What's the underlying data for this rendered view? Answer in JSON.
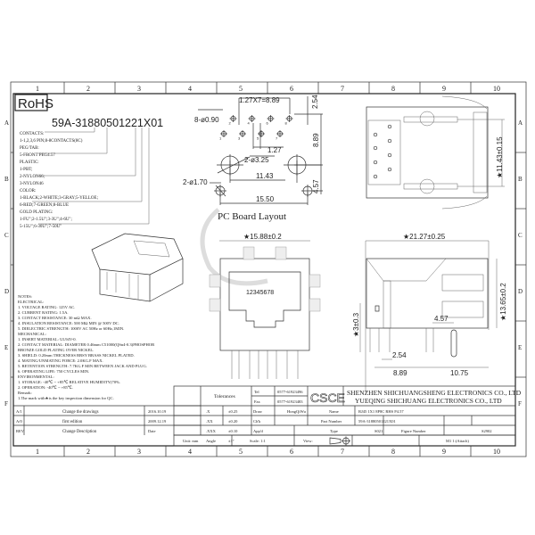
{
  "grid": {
    "columns": [
      "1",
      "2",
      "3",
      "4",
      "5",
      "6",
      "7",
      "8",
      "9",
      "10"
    ],
    "rows": [
      "A",
      "B",
      "C",
      "D",
      "E",
      "F"
    ]
  },
  "rohs": "RoHS",
  "part_code": "59A-31880501221X01",
  "options": [
    "CONTACTS:",
    "1-1,2,3,6 PIN;8-8CONTACTS(8C)",
    "PEG/TAB:",
    "5-FRONT PEG4.57",
    "PLASTIC:",
    "1-PBT;",
    "2-NYLON66;",
    "3-NYLON46",
    "COLOR:",
    "1-BLACK;2-WHITE;3-GRAY;5-YELLOE;",
    "6-RED;7-GREEN;8-BLUE",
    "GOLD PLATING:",
    "1-FU\";2-1.5U\";3-3U\";4-6U\";",
    "5-15U\";6-30U\";7-50U\""
  ],
  "pcb": {
    "title": "PC Board Layout",
    "pitch": "1.27X7=8.89",
    "pin_holes": "8-ø0.90",
    "row_offset": "2.54",
    "pin_offset": "1.27",
    "depth": "8.89",
    "post_holes": "2-ø3.25",
    "post_span": "11.43",
    "peg_holes": "2-ø1.70",
    "peg_span": "15.50",
    "peg_offset": "4.57",
    "pin_numbers": [
      "1",
      "2",
      "3",
      "4",
      "5",
      "6",
      "7",
      "8"
    ]
  },
  "top_view": {
    "dim": "★11.43±0.15"
  },
  "front_view": {
    "width": "★15.88±0.2",
    "pin_labels": "12345678"
  },
  "side_view": {
    "length": "★21.27±0.25",
    "height": "★13.65±0.2",
    "pin_len": "★3±0.3",
    "peg": "4.57",
    "d1": "2.54",
    "d2": "8.89",
    "d3": "10.75"
  },
  "notes": [
    "NOTES:",
    "ELECTRICAL:",
    "1. VOLTAGE RATING: 125V AC.",
    "2. CURRENT RATING: 1.5A.",
    "3. CONTACT RESISTANCE: 30 mΩ MAX.",
    "4. INSULATION RESISTANCE: 500 MΩ MIN @ 500V DC.",
    "5. DIELECTRIC STRENGTH: 1000V AC 50Hz or 60Hz,1MIN.",
    "MECHANICAL:",
    "1. INSERT MATERIAL: UL94V-0.",
    "2. CONTACT MATERIAL: DIAMETER 0.46mm C51000(QSn4-0.3)PHOSPHOR",
    "   BRONZE GOLD PLATING OVER NICKEL.",
    "3. SHIELD: 0.20mm THICKNESS BRSY BRASS NICKEL PLATED.",
    "4. MATING/UNMATING FORCE: 2.0KG.F MAX.",
    "5. RETENTION STRENGTH: 7.7KG.F MIN BETWEEN JACK AND PLUG.",
    "6. OPERATING LIFE: 750 CYCLES MIN.",
    "ENVIRONMENTAL:",
    "1. STORAGE: -40℃ ~ +85℃ RELATIVE HUMIDITY(70%.",
    "2. OPERATION: -40℃ ~ +85℃.",
    "Remark:",
    "1.The mark with★is the key inspection dimension for QC."
  ],
  "revisions": [
    {
      "rev": "A/1",
      "desc": "Change the drawings",
      "date": "2016.10.19"
    },
    {
      "rev": "A/0",
      "desc": "first edition",
      "date": "2009.12.19"
    },
    {
      "rev": "REV",
      "desc": "Change Description",
      "date": "Date"
    }
  ],
  "tolerances": {
    "title": "Tolerances",
    "rows": [
      [
        ".X",
        "±0.25"
      ],
      [
        ".XX",
        "±0.20"
      ],
      [
        ".XXX",
        "±0.10"
      ],
      [
        "Angle",
        "±1°"
      ]
    ]
  },
  "title_block": {
    "tel_label": "Tel",
    "tel": "0577-61923496",
    "fax_label": "Fax",
    "fax": "0577-61923483",
    "logo": "CSCE",
    "company1": "SHENZHEN SHICHUANGSHENG ELECTRONICS CO., LTD",
    "company2": "YUEQING SHICHUANG ELECTRONICS CO.,  LTD",
    "draw_label": "Draw",
    "draw": "HongQiWu",
    "chk_label": "Ch'k",
    "app_label": "App'd",
    "name_label": "Name",
    "name": "RJ45 1X1 8P8C RHS P4.57",
    "pn_label": "Part Number",
    "pn": "59A-31880501221X01",
    "type_label": "Type",
    "type": "S021",
    "fig_label": "Figure Number",
    "fig": "S2902",
    "unit": "Unit: mm",
    "scale": "Scale: 1:1",
    "view": "View:",
    "sheet": "M1 1:(Attach)"
  }
}
